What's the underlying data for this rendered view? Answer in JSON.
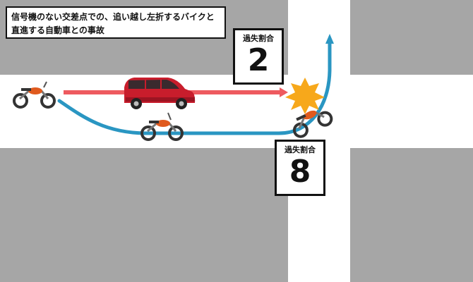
{
  "title": "信号機のない交差点での、追い越し左折するバイクと直進する自動車との事故",
  "ratio_car": {
    "label": "過失割合",
    "value": "2"
  },
  "ratio_bike": {
    "label": "過失割合",
    "value": "8"
  },
  "colors": {
    "road": "#ffffff",
    "ground": "#a6a6a6",
    "car_arrow": "#ee5a5f",
    "bike_path": "#2a96c2",
    "car_body": "#c81d2c",
    "bike_body": "#e05a1e",
    "impact": "#f7a81b"
  }
}
